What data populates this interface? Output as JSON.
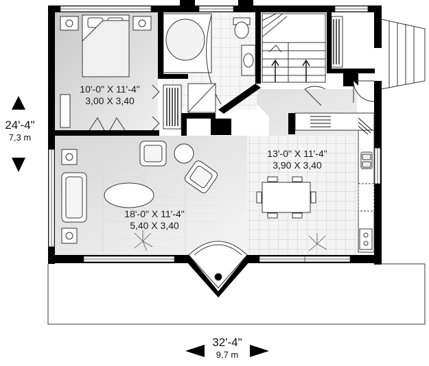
{
  "rooms": {
    "bedroom": {
      "dims_imperial": "10'-0\" X 11'-4\"",
      "dims_metric": "3,00 X 3,40"
    },
    "living": {
      "dims_imperial": "18'-0\" X 11'-4\"",
      "dims_metric": "5,40 X 3,40"
    },
    "kitchen": {
      "dims_imperial": "13'-0\" X 11'-4\"",
      "dims_metric": "3,90 X 3,40"
    }
  },
  "overall": {
    "depth_imperial": "24'-4\"",
    "depth_metric": "7,3 m",
    "width_imperial": "32'-4\"",
    "width_metric": "9,7 m"
  },
  "colors": {
    "wall": "#000000",
    "room_fill": "#e8e8e8",
    "line": "#333333",
    "paper": "#ffffff"
  }
}
